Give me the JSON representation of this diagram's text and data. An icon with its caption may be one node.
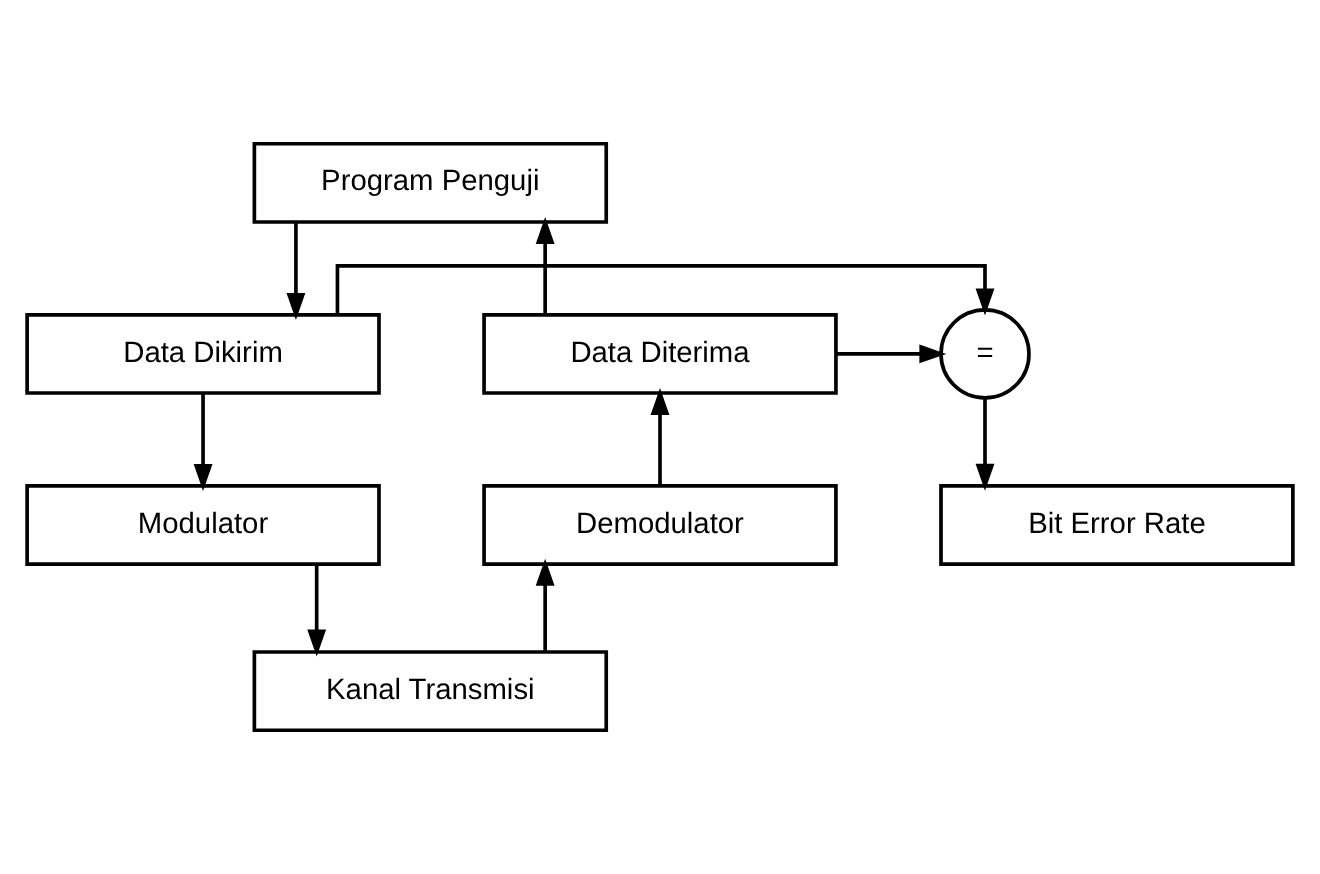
{
  "diagram": {
    "nodes": [
      {
        "text": [
          "Program Penguji"
        ]
      },
      {
        "text": [
          "Data Dikirim"
        ]
      },
      {
        "text": [
          "="
        ]
      },
      {
        "text": [
          "Data Diterima"
        ]
      },
      {
        "text": [
          "Modulator"
        ]
      },
      {
        "text": [
          "Bit Error Rate"
        ]
      },
      {
        "text": [
          "Demodulator"
        ]
      },
      {
        "text": [
          "Kanal Transmisi"
        ]
      }
    ],
    "edges": [
      {
        "from": 0,
        "to": 1,
        "arrow": "to"
      },
      {
        "from": 1,
        "to": 2,
        "arrow": "to"
      },
      {
        "from": 3,
        "to": 2,
        "arrow": "to"
      },
      {
        "from": 2,
        "to": 5,
        "arrow": "to"
      },
      {
        "from": 1,
        "to": 4,
        "arrow": "to"
      },
      {
        "from": 4,
        "to": 7,
        "arrow": "to"
      },
      {
        "from": 7,
        "to": 6,
        "arrow": "to"
      },
      {
        "from": 6,
        "to": 3,
        "arrow": "to"
      },
      {
        "from": 3,
        "to": 0,
        "arrow": "to"
      }
    ]
  }
}
